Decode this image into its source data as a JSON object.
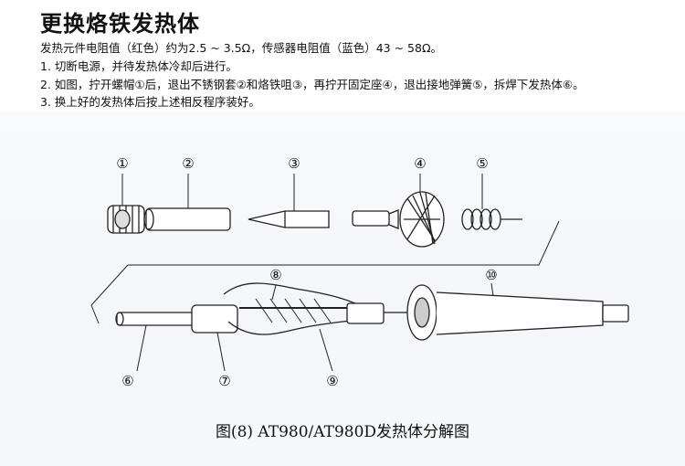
{
  "doc": {
    "title": "更换烙铁发热体",
    "lines": [
      "发热元件电阻值（红色）约为2.5 ~ 3.5Ω，传感器电阻值（蓝色）43 ~ 58Ω。",
      "1. 切断电源，并待发热体冷却后进行。",
      "2. 如图，拧开螺帽①后，退出不锈钢套②和烙铁咀③，再拧开固定座④，退出接地弹簧⑤，拆焊下发热体⑥。",
      "3. 换上好的发热体后按上述相反程序装好。"
    ]
  },
  "figure": {
    "callouts": [
      "①",
      "②",
      "③",
      "④",
      "⑤",
      "⑥",
      "⑦",
      "⑧",
      "⑨",
      "⑩"
    ],
    "caption": "图(8) AT980/AT980D发热体分解图"
  }
}
